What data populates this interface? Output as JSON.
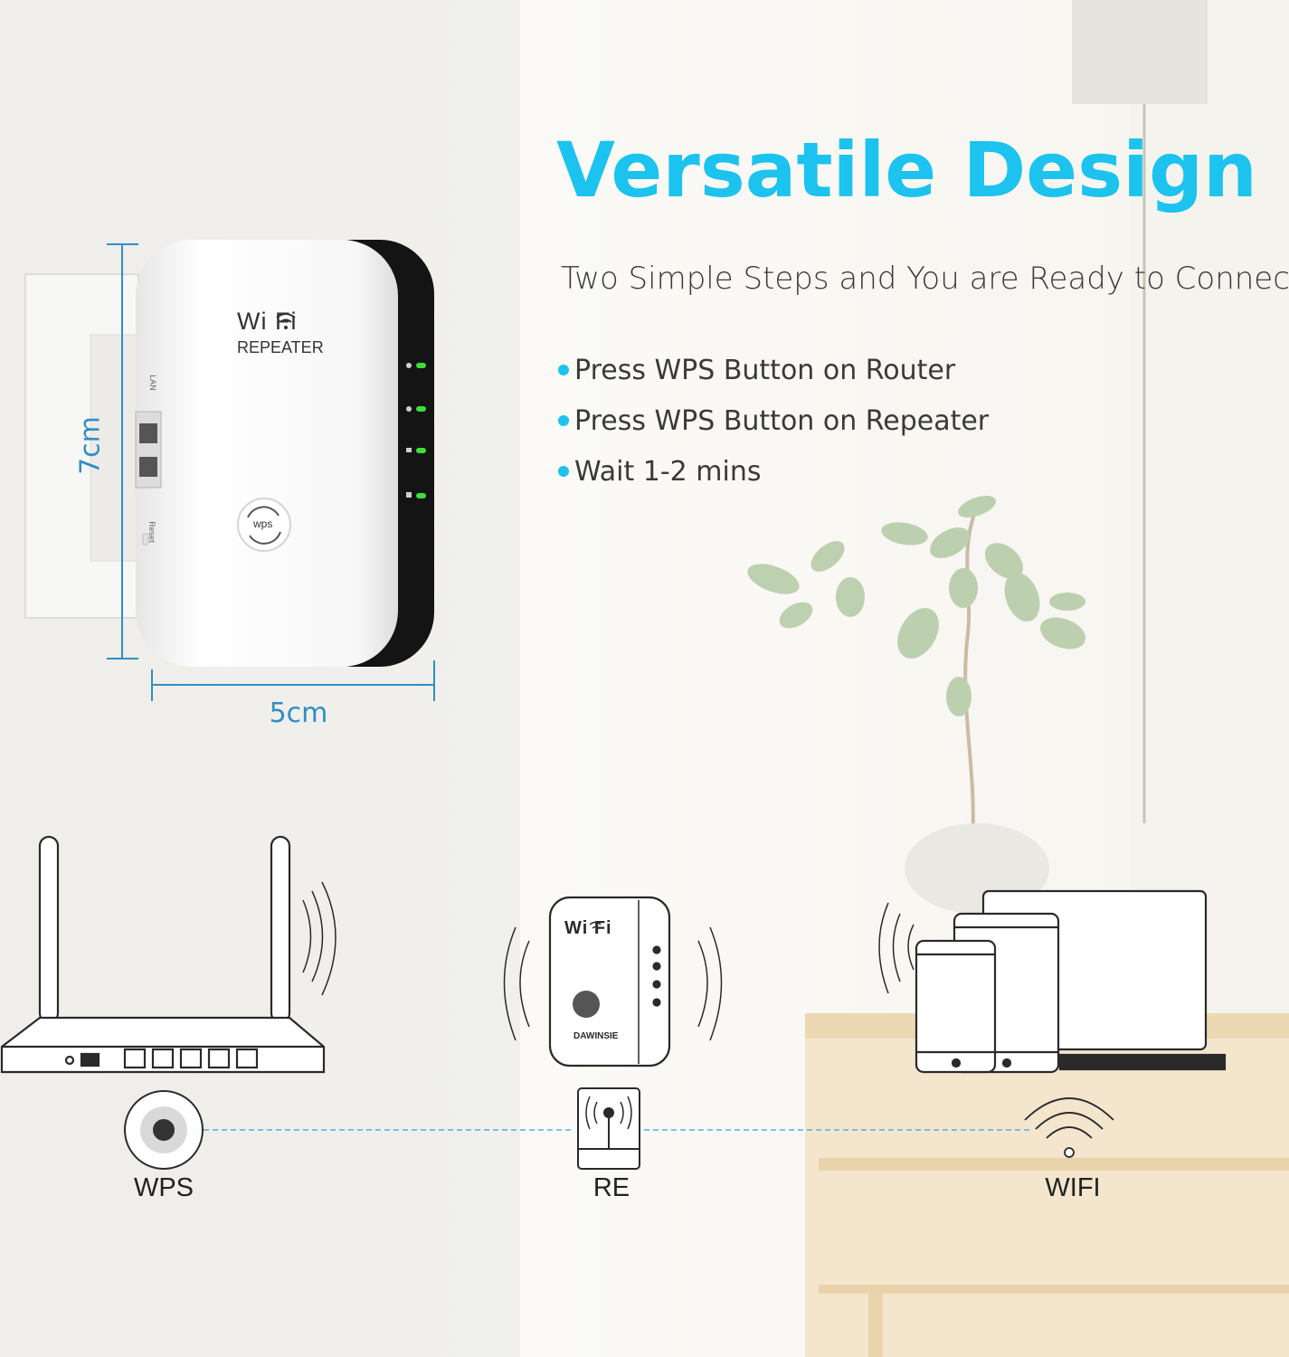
{
  "headline": "Versatile Design",
  "subtitle": "Two Simple Steps and You are Ready to Connect",
  "steps": [
    "Press WPS Button on Router",
    "Press WPS Button on Repeater",
    "Wait 1-2 mins"
  ],
  "product": {
    "logo": "Wi Fi",
    "name": "REPEATER",
    "port_label": "LAN",
    "reset_label": "Reset",
    "button_label": "wps",
    "height_dim": "7cm",
    "width_dim": "5cm"
  },
  "diagram": {
    "repeater_logo": "Wi Fi",
    "repeater_brand": "DAWINSIE",
    "labels": {
      "wps": "WPS",
      "re": "RE",
      "wifi": "WIFI"
    },
    "icons": [
      "router-icon",
      "repeater-icon",
      "devices-icon",
      "wps-button-icon",
      "antenna-tower-icon",
      "wifi-icon"
    ]
  },
  "colors": {
    "accent": "#1cc3ee",
    "dimension": "#2f8fc4",
    "led": "#3fdc3a"
  }
}
